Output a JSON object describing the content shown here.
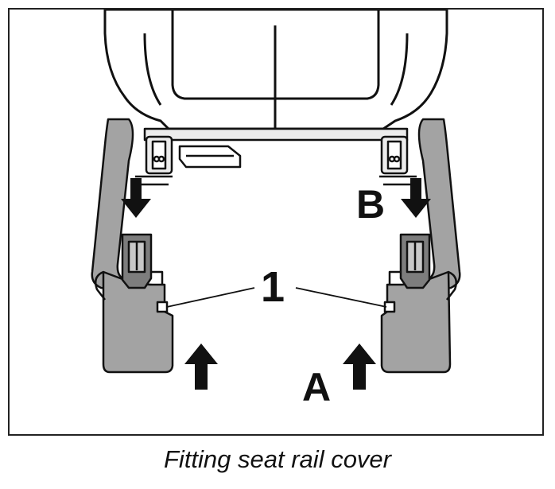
{
  "figure": {
    "labels": {
      "part_number": "1",
      "direction_a": "A",
      "direction_b": "B"
    },
    "colors": {
      "line": "#111111",
      "cover_fill": "#a3a3a3",
      "cover_dark": "#7d7d7d",
      "seat_fill": "#ffffff",
      "rail_fill": "#ececec"
    }
  },
  "caption": "Fitting seat rail cover"
}
